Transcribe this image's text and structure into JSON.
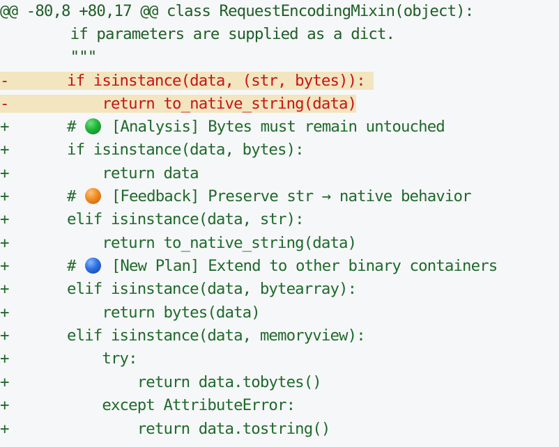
{
  "colors": {
    "background": "#f6f7f8",
    "context_text": "#1f5e27",
    "added_text": "#1f6a2c",
    "removed_text": "#c51616",
    "removed_highlight": "#f2e5bf"
  },
  "diff": {
    "hunk_header": "@@ -80,8 +80,17 @@ class RequestEncodingMixin(object):",
    "context": [
      "        if parameters are supplied as a dict.",
      "        \"\"\""
    ],
    "removed": [
      {
        "sign": "-",
        "code": "       if isinstance(data, (str, bytes)): "
      },
      {
        "sign": "-",
        "code": "           return to_native_string(data)"
      }
    ],
    "added": [
      {
        "sign": "+",
        "prefix": "       # ",
        "emoji": "green-circle-icon",
        "text": " [Analysis] Bytes must remain untouched"
      },
      {
        "sign": "+",
        "code": "       if isinstance(data, bytes):"
      },
      {
        "sign": "+",
        "code": "           return data"
      },
      {
        "sign": "+",
        "prefix": "       # ",
        "emoji": "orange-circle-icon",
        "text": " [Feedback] Preserve str → native behavior"
      },
      {
        "sign": "+",
        "code": "       elif isinstance(data, str):"
      },
      {
        "sign": "+",
        "code": "           return to_native_string(data)"
      },
      {
        "sign": "+",
        "prefix": "       # ",
        "emoji": "blue-circle-icon",
        "text": " [New Plan] Extend to other binary containers"
      },
      {
        "sign": "+",
        "code": "       elif isinstance(data, bytearray):"
      },
      {
        "sign": "+",
        "code": "           return bytes(data)"
      },
      {
        "sign": "+",
        "code": "       elif isinstance(data, memoryview):"
      },
      {
        "sign": "+",
        "code": "           try:"
      },
      {
        "sign": "+",
        "code": "               return data.tobytes()"
      },
      {
        "sign": "+",
        "code": "           except AttributeError:"
      },
      {
        "sign": "+",
        "code": "               return data.tostring()"
      }
    ]
  }
}
